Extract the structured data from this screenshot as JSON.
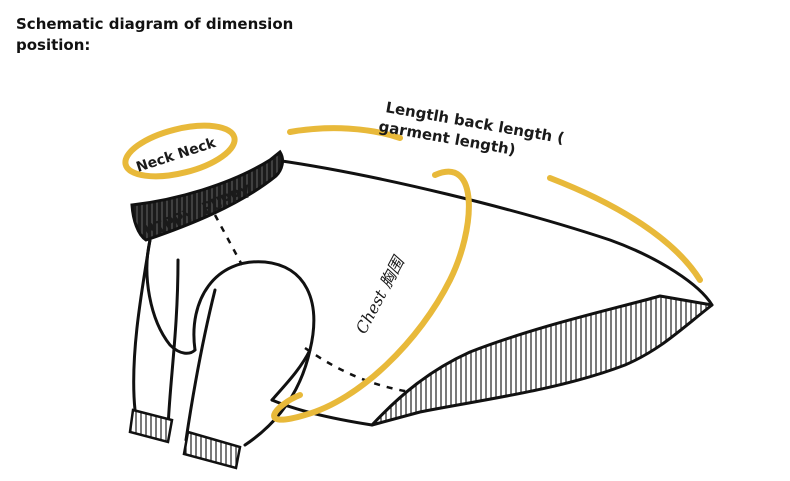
{
  "title": "Schematic diagram of dimension position:",
  "labels": {
    "neck": "Neck Neck",
    "length_line1": "Lengtlh back length (",
    "length_line2": "garment length)",
    "chest": "Chest 胸围",
    "brand_band": "HIPPY PUPPY"
  },
  "colors": {
    "measure": "#e8b93a",
    "outline": "#111111"
  },
  "icons": [
    "dog-sweater-illustration"
  ]
}
